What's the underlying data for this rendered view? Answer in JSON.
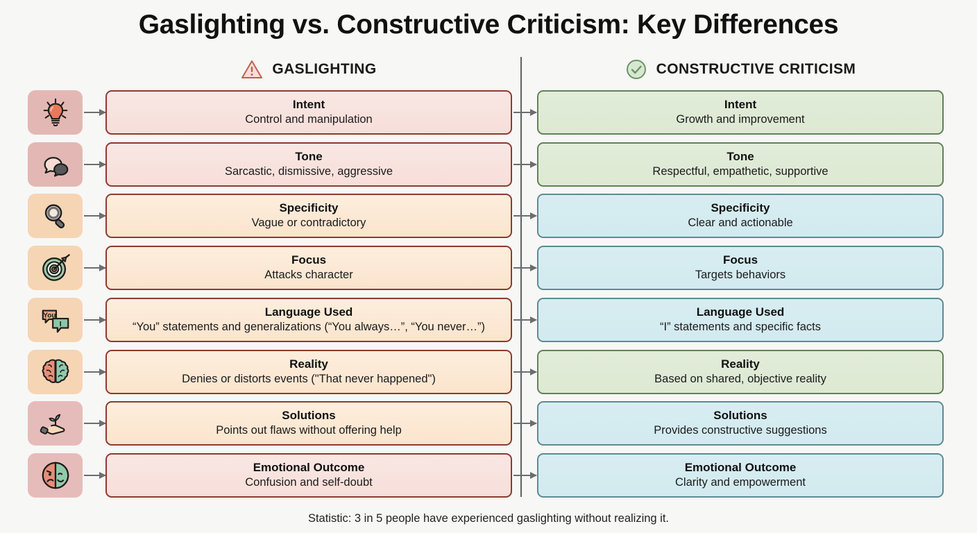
{
  "title": "Gaslighting vs. Constructive Criticism: Key Differences",
  "columns": {
    "left": {
      "label": "GASLIGHTING",
      "icon": "warning-triangle-icon"
    },
    "right": {
      "label": "CONSTRUCTIVE CRITICISM",
      "icon": "check-circle-icon"
    }
  },
  "colors": {
    "background": "#f7f7f6",
    "divider": "#5e6062",
    "arrow": "#6b6d6f",
    "left_border_red": "#8d3b2d",
    "left_fill_pink": "#f8e3df",
    "left_fill_peach": "#fbe7d2",
    "right_border_green": "#5f8258",
    "right_fill_green": "#dfead6",
    "right_border_teal": "#5d8b93",
    "right_fill_blue": "#d5ecf1",
    "title_text": "#111111"
  },
  "rows": [
    {
      "icon": "lightbulb-icon",
      "tile_color": "#e3b8b4",
      "left": {
        "title": "Intent",
        "desc": "Control and manipulation",
        "palette": "pal-pink"
      },
      "right": {
        "title": "Intent",
        "desc": "Growth and improvement",
        "palette": "pal-green"
      }
    },
    {
      "icon": "speech-bubbles-icon",
      "tile_color": "#e3b8b4",
      "left": {
        "title": "Tone",
        "desc": "Sarcastic, dismissive, aggressive",
        "palette": "pal-pink"
      },
      "right": {
        "title": "Tone",
        "desc": "Respectful, empathetic, supportive",
        "palette": "pal-green"
      }
    },
    {
      "icon": "magnifying-glass-icon",
      "tile_color": "#f6d5b4",
      "left": {
        "title": "Specificity",
        "desc": "Vague or contradictory",
        "palette": "pal-peach"
      },
      "right": {
        "title": "Specificity",
        "desc": "Clear and actionable",
        "palette": "pal-blue"
      }
    },
    {
      "icon": "target-arrow-icon",
      "tile_color": "#f6d5b4",
      "left": {
        "title": "Focus",
        "desc": "Attacks character",
        "palette": "pal-peach"
      },
      "right": {
        "title": "Focus",
        "desc": "Targets behaviors",
        "palette": "pal-blue"
      }
    },
    {
      "icon": "you-i-bubbles-icon",
      "tile_color": "#f6d5b4",
      "left": {
        "title": "Language Used",
        "desc": "“You” statements and generalizations (“You always…”, “You never…”)",
        "palette": "pal-peach"
      },
      "right": {
        "title": "Language Used",
        "desc": "“I” statements and specific facts",
        "palette": "pal-blue"
      }
    },
    {
      "icon": "brain-icon",
      "tile_color": "#f6d5b4",
      "left": {
        "title": "Reality",
        "desc": "Denies or distorts events (\"That never happened\")",
        "palette": "pal-peach"
      },
      "right": {
        "title": "Reality",
        "desc": "Based on shared, objective reality",
        "palette": "pal-green"
      }
    },
    {
      "icon": "hand-sprout-icon",
      "tile_color": "#e6bcba",
      "left": {
        "title": "Solutions",
        "desc": "Points out flaws without offering help",
        "palette": "pal-peach"
      },
      "right": {
        "title": "Solutions",
        "desc": "Provides constructive suggestions",
        "palette": "pal-blue"
      }
    },
    {
      "icon": "split-face-icon",
      "tile_color": "#e6bcba",
      "left": {
        "title": "Emotional Outcome",
        "desc": "Confusion and self-doubt",
        "palette": "pal-pink"
      },
      "right": {
        "title": "Emotional Outcome",
        "desc": "Clarity and empowerment",
        "palette": "pal-blue"
      }
    }
  ],
  "footer": "Statistic: 3 in 5 people have experienced gaslighting without realizing it."
}
